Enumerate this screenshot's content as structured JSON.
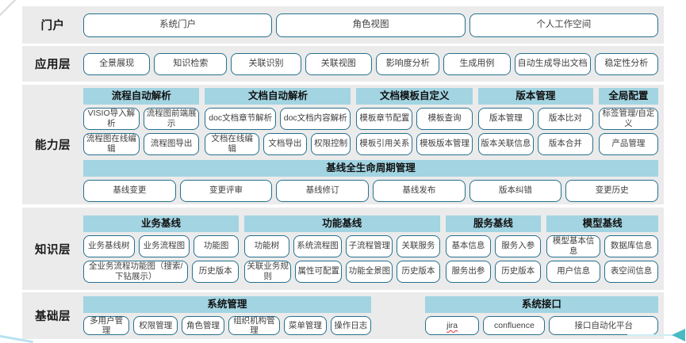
{
  "colors": {
    "row_bg": "#ebebeb",
    "header_bg": "#a2d4e2",
    "chip_border": "#26708e",
    "chip_bg": "#ffffff",
    "text": "#3f3f3f",
    "arrow": "#49b9c4"
  },
  "layers": [
    {
      "id": "portal",
      "label": "门户",
      "height": 47,
      "gap_after": 3,
      "groups": [
        {
          "title": null,
          "flex": 10,
          "rows": [
            [
              {
                "t": "系统门户",
                "w": 1
              },
              {
                "t": "角色视图",
                "w": 1
              },
              {
                "t": "个人工作空间",
                "w": 1
              }
            ]
          ]
        }
      ]
    },
    {
      "id": "application",
      "label": "应用层",
      "height": 45,
      "gap_after": 4,
      "groups": [
        {
          "title": null,
          "flex": 10,
          "rows": [
            [
              {
                "t": "全景展现",
                "w": 1
              },
              {
                "t": "知识检索",
                "w": 1.1
              },
              {
                "t": "关联识别",
                "w": 1.05
              },
              {
                "t": "关联视图",
                "w": 1
              },
              {
                "t": "影响度分析",
                "w": 0.95
              },
              {
                "t": "生成用例",
                "w": 1
              },
              {
                "t": "自动生成导出文档",
                "w": 1.15
              },
              {
                "t": "稳定性分析",
                "w": 0.95
              }
            ]
          ]
        }
      ]
    },
    {
      "id": "capability",
      "label": "能力层",
      "height": 151,
      "gap_after": 4,
      "groups": [
        {
          "title": "流程自动解析",
          "flex": 1.95,
          "rows": [
            [
              {
                "t": "VISIO导入解析",
                "w": 1
              },
              {
                "t": "流程图前端展示",
                "w": 1
              }
            ],
            [
              {
                "t": "流程图在线编辑",
                "w": 1
              },
              {
                "t": "流程图导出",
                "w": 1
              }
            ]
          ]
        },
        {
          "title": "文档自动解析",
          "flex": 2.45,
          "rows": [
            [
              {
                "t": "doc文档章节解析",
                "w": 1
              },
              {
                "t": "doc文档内容解析",
                "w": 1
              }
            ],
            [
              {
                "t": "文档在线编辑",
                "w": 1.4
              },
              {
                "t": "文档导出",
                "w": 1.1
              },
              {
                "t": "权限控制",
                "w": 1
              }
            ]
          ]
        },
        {
          "title": "文档模板自定义",
          "flex": 1.95,
          "rows": [
            [
              {
                "t": "模板章节配置",
                "w": 1
              },
              {
                "t": "模板查询",
                "w": 1
              }
            ],
            [
              {
                "t": "模板引用关系",
                "w": 1
              },
              {
                "t": "模板版本管理",
                "w": 1
              }
            ]
          ]
        },
        {
          "title": "版本管理",
          "flex": 1.93,
          "rows": [
            [
              {
                "t": "版本管理",
                "w": 1
              },
              {
                "t": "版本比对",
                "w": 1
              }
            ],
            [
              {
                "t": "版本关联信息",
                "w": 1
              },
              {
                "t": "版本合并",
                "w": 1
              }
            ]
          ]
        },
        {
          "title": "全局配置",
          "flex": 1.0,
          "rows": [
            [
              {
                "t": "标签管理/自定义",
                "w": 1
              }
            ],
            [
              {
                "t": "产品管理",
                "w": 1
              }
            ]
          ]
        }
      ],
      "banner": {
        "title": "基线全生命周期管理",
        "rows": [
          [
            {
              "t": "基线变更",
              "w": 1
            },
            {
              "t": "变更评审",
              "w": 1
            },
            {
              "t": "基线修订",
              "w": 1
            },
            {
              "t": "基线发布",
              "w": 1
            },
            {
              "t": "版本纠错",
              "w": 1
            },
            {
              "t": "变更历史",
              "w": 1
            }
          ]
        ]
      }
    },
    {
      "id": "knowledge",
      "label": "知识层",
      "height": 104,
      "gap_after": 3,
      "groups": [
        {
          "title": "业务基线",
          "flex": 1.95,
          "rows": [
            [
              {
                "t": "业务基线树",
                "w": 1.15
              },
              {
                "t": "业务流程图",
                "w": 1.15
              },
              {
                "t": "功能图",
                "w": 1
              }
            ],
            [
              {
                "t": "全业务流程功能图（搜索/下钻展示）",
                "w": 2.4
              },
              {
                "t": "历史版本",
                "w": 1
              }
            ]
          ]
        },
        {
          "title": "功能基线",
          "flex": 2.45,
          "rows": [
            [
              {
                "t": "功能树",
                "w": 1
              },
              {
                "t": "系统流程图",
                "w": 1.1
              },
              {
                "t": "子流程管理",
                "w": 1.05
              },
              {
                "t": "关联服务",
                "w": 0.95
              }
            ],
            [
              {
                "t": "关联业务规则",
                "w": 1.05
              },
              {
                "t": "属性可配置",
                "w": 1.05
              },
              {
                "t": "功能全景图",
                "w": 1.05
              },
              {
                "t": "历史版本",
                "w": 0.95
              }
            ]
          ]
        },
        {
          "title": "服务基线",
          "flex": 1.2,
          "rows": [
            [
              {
                "t": "基本信息",
                "w": 1
              },
              {
                "t": "服务入参",
                "w": 1
              }
            ],
            [
              {
                "t": "服务出参",
                "w": 1
              },
              {
                "t": "历史版本",
                "w": 1
              }
            ]
          ]
        },
        {
          "title": "模型基线",
          "flex": 1.4,
          "rows": [
            [
              {
                "t": "模型基本信息",
                "w": 1
              },
              {
                "t": "数据库信息",
                "w": 1
              }
            ],
            [
              {
                "t": "用户信息",
                "w": 1
              },
              {
                "t": "表空间信息",
                "w": 1
              }
            ]
          ]
        }
      ]
    },
    {
      "id": "foundation",
      "label": "基础层",
      "height": 59,
      "gap_after": 0,
      "groups": [
        {
          "title": "系统管理",
          "flex": 3.7,
          "rows": [
            [
              {
                "t": "多用户管理",
                "w": 1.1
              },
              {
                "t": "权限管理",
                "w": 1.05
              },
              {
                "t": "角色管理",
                "w": 1
              },
              {
                "t": "组织机构管理",
                "w": 1.25
              },
              {
                "t": "菜单管理",
                "w": 1
              },
              {
                "t": "操作日志",
                "w": 0.95
              }
            ]
          ]
        },
        {
          "title": null,
          "flex": 0.55,
          "spacer": true,
          "rows": []
        },
        {
          "title": "系统接口",
          "flex": 3.0,
          "rows": [
            [
              {
                "t": "jira",
                "w": 1,
                "sq": true
              },
              {
                "t": "confluence",
                "w": 1.15
              },
              {
                "t": "接口自动化平台",
                "w": 2.1
              }
            ]
          ]
        }
      ]
    }
  ]
}
